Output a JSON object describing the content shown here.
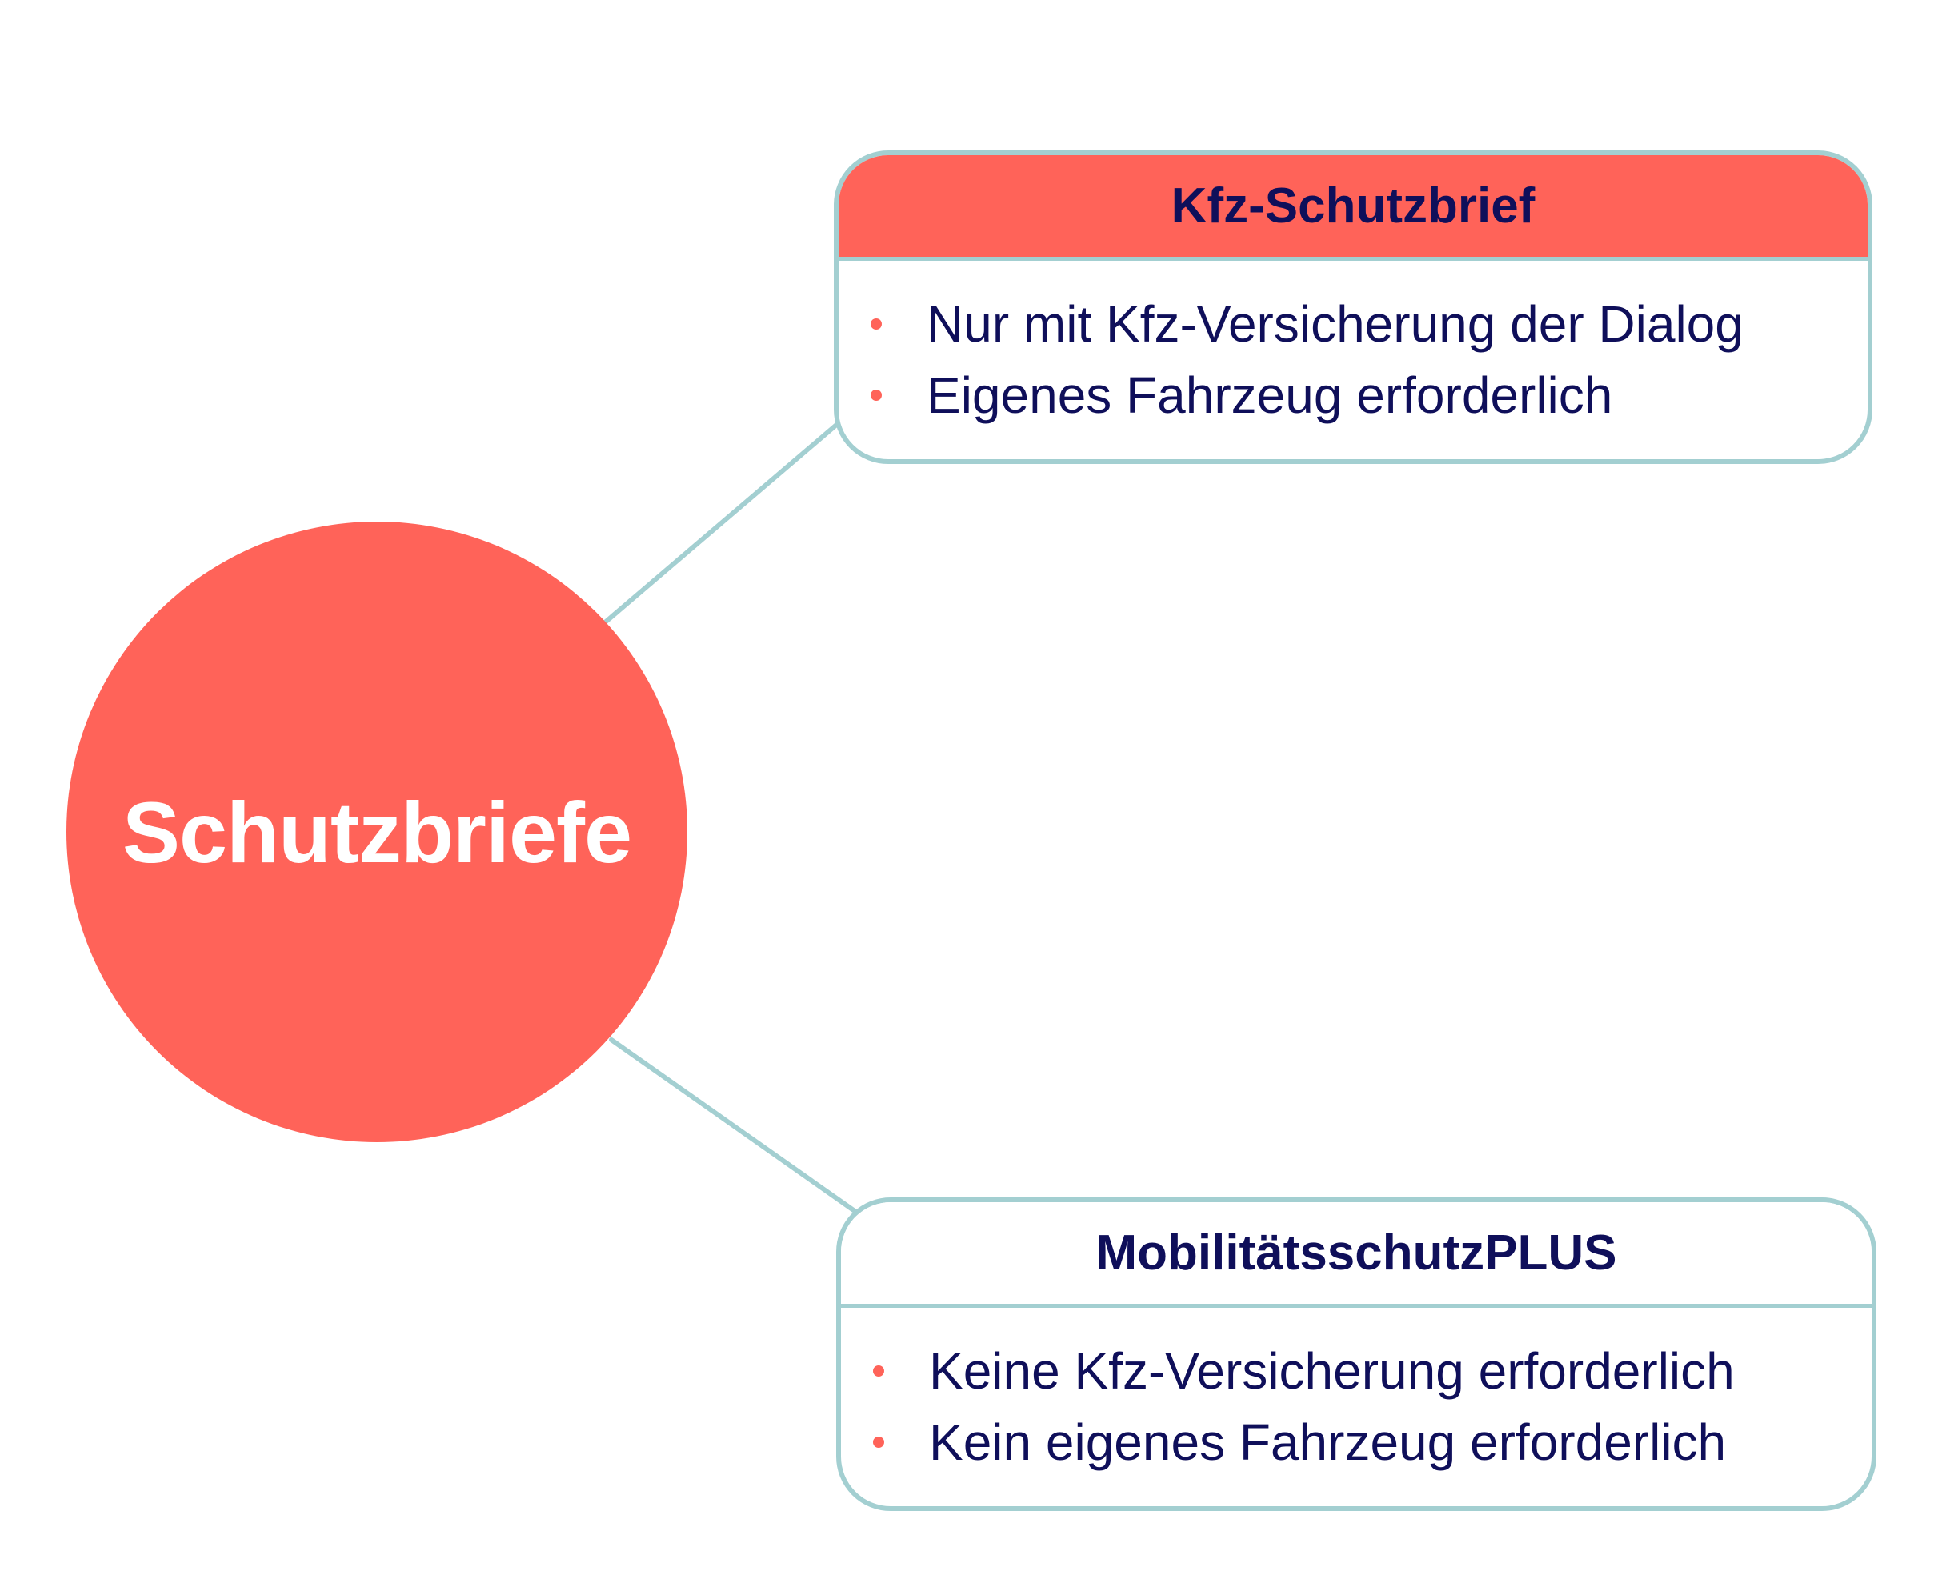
{
  "colors": {
    "accent": "#FF6359",
    "connector": "#A3CFD1",
    "text_dark": "#0F0F5A",
    "hub_text": "#FFFFFF",
    "background": "#FFFFFF"
  },
  "hub": {
    "label": "Schutzbriefe"
  },
  "cards": [
    {
      "title": "Kfz-Schutzbrief",
      "header_style": "filled-accent",
      "items": [
        "Nur mit Kfz-Versicherung der Dialog",
        "Eigenes Fahrzeug erforderlich"
      ]
    },
    {
      "title": "MobilitätsschutzPLUS",
      "header_style": "plain",
      "items": [
        "Keine Kfz-Versicherung erforderlich",
        "Kein eigenes Fahrzeug erforderlich"
      ]
    }
  ]
}
